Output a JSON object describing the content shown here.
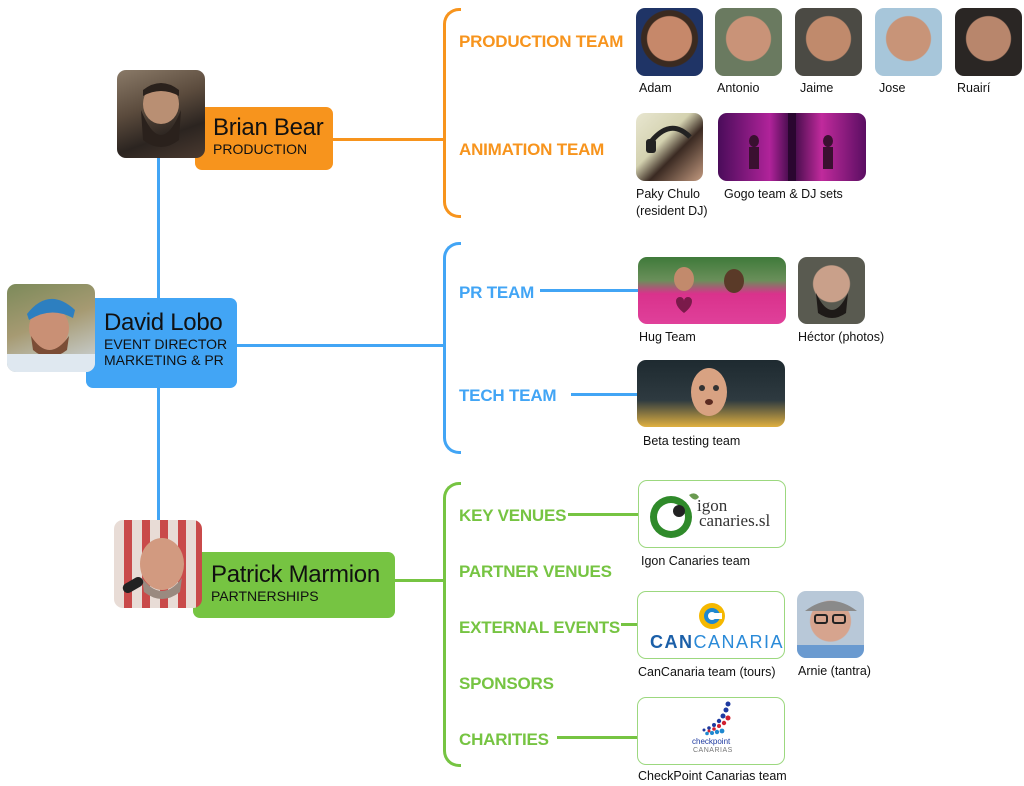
{
  "colors": {
    "production": "#f7941d",
    "marketing": "#42a5f5",
    "partnerships": "#76c442"
  },
  "leaders": {
    "production": {
      "name": "Brian Bear",
      "role": "PRODUCTION",
      "avatar": "photo-icon"
    },
    "director": {
      "name": "David Lobo",
      "role_line1": "EVENT DIRECTOR",
      "role_line2": "MARKETING & PR",
      "avatar": "photo-icon"
    },
    "partnerships": {
      "name": "Patrick Marmion",
      "role": "PARTNERSHIPS",
      "avatar": "photo-icon"
    }
  },
  "production_branch": {
    "teams": [
      {
        "label": "PRODUCTION TEAM",
        "members": [
          "Adam",
          "Antonio",
          "Jaime",
          "Jose",
          "Ruairí"
        ]
      },
      {
        "label": "ANIMATION TEAM",
        "members": [
          "Paky Chulo",
          "(resident DJ)",
          "Gogo team & DJ sets"
        ]
      }
    ]
  },
  "marketing_branch": {
    "teams": [
      {
        "label": "PR TEAM",
        "members": [
          "Hug Team",
          "Héctor (photos)"
        ]
      },
      {
        "label": "TECH TEAM",
        "members": [
          "Beta testing team"
        ]
      }
    ]
  },
  "partnerships_branch": {
    "categories": [
      "KEY VENUES",
      "PARTNER VENUES",
      "EXTERNAL EVENTS",
      "SPONSORS",
      "CHARITIES"
    ],
    "partners": [
      {
        "caption": "Igon Canaries team",
        "logo_line1": "igon",
        "logo_line2": "canaries.sl"
      },
      {
        "caption": "CanCanaria team (tours)",
        "logo_text_bold": "CAN",
        "logo_text_light": "CANARIA"
      },
      {
        "caption": "Arnie  (tantra)"
      },
      {
        "caption": "CheckPoint Canarias team",
        "logo_line1": "checkpoint",
        "logo_line2": "CANARIAS"
      }
    ]
  }
}
